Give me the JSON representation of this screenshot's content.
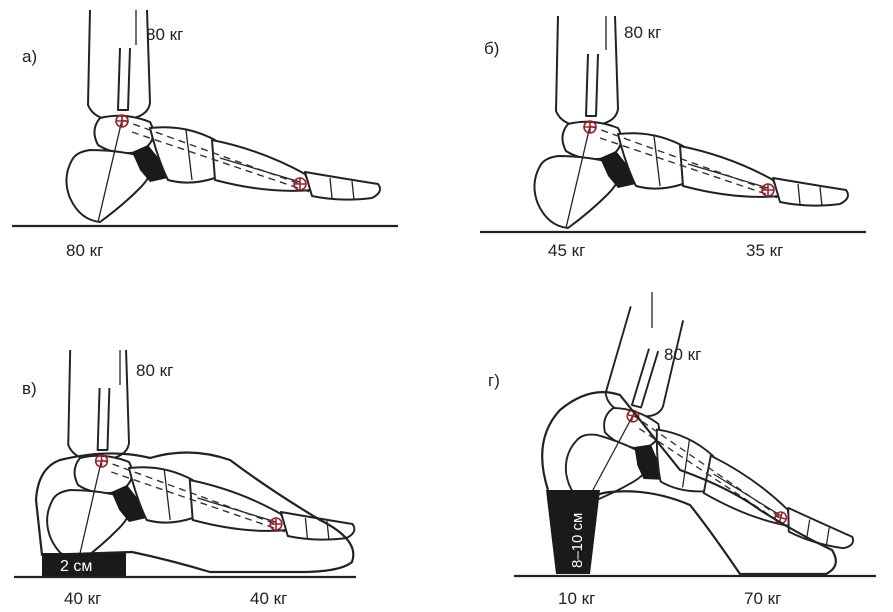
{
  "panels": [
    {
      "letter": "а)",
      "load_top": "80 кг",
      "load_heel": "80 кг",
      "load_toe": ""
    },
    {
      "letter": "б)",
      "load_top": "80 кг",
      "load_heel": "45 кг",
      "load_toe": "35 кг"
    },
    {
      "letter": "в)",
      "load_top": "80 кг",
      "load_heel": "40 кг",
      "load_toe": "40 кг",
      "heel_height": "2 см"
    },
    {
      "letter": "г)",
      "load_top": "80 кг",
      "load_heel": "10 кг",
      "load_toe": "70 кг",
      "heel_height": "8–10 см"
    }
  ],
  "colors": {
    "line": "#222222",
    "joint_marker": "#a0202a",
    "heel_fill": "#1a1a1a"
  }
}
